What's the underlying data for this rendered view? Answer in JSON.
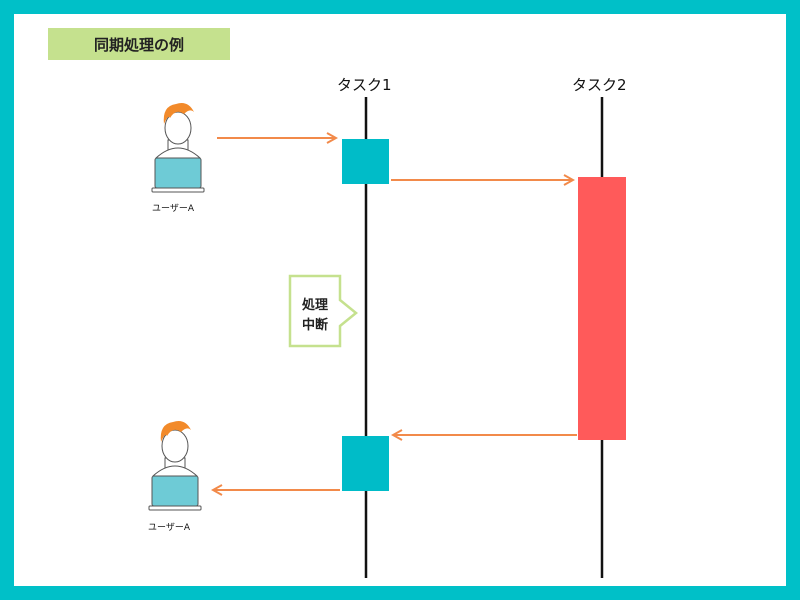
{
  "title": "同期処理の例",
  "lanes": {
    "task1": "タスク1",
    "task2": "タスク2"
  },
  "users": {
    "top": "ユーザーA",
    "bottom": "ユーザーA"
  },
  "callout": {
    "line1": "処理",
    "line2": "中断"
  },
  "colors": {
    "frame": "#00C0C8",
    "title_bg": "#C5E18E",
    "task1_block": "#00BCC8",
    "task2_block": "#FF5A5A",
    "arrow": "#F28A4A",
    "callout_border": "#C5E18E"
  },
  "icons": [
    "person-laptop-icon",
    "person-laptop-icon"
  ]
}
